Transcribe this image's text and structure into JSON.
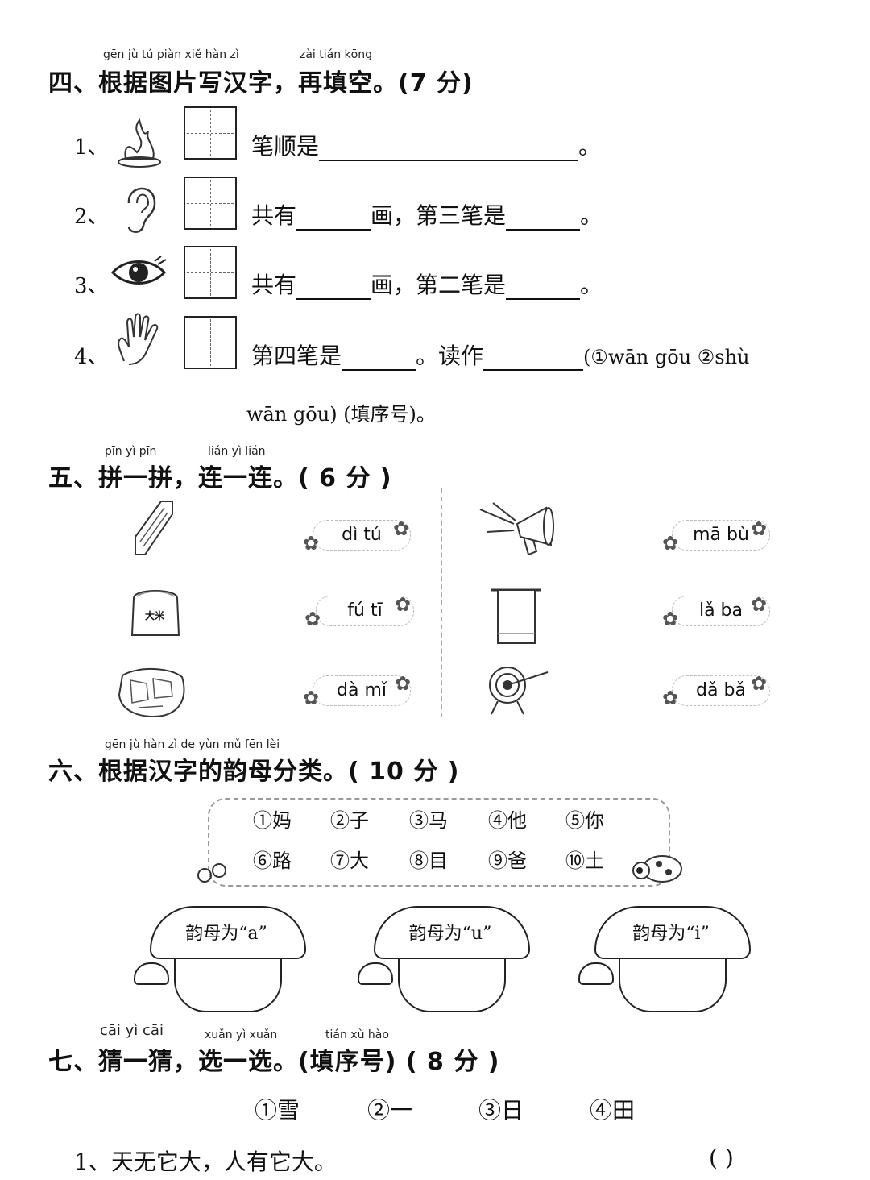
{
  "section4": {
    "pinyin_a": "gēn jù tú piàn xiě hàn zì",
    "pinyin_b": "zài tián kōng",
    "title": "四、根据图片写汉字，再填空。(7 分)",
    "q1": {
      "num": "1、",
      "text_a": "笔顺是",
      "text_end": "。"
    },
    "q2": {
      "num": "2、",
      "text_a": "共有",
      "text_b": "画，第三笔是",
      "text_end": "。"
    },
    "q3": {
      "num": "3、",
      "text_a": "共有",
      "text_b": "画，第二笔是",
      "text_end": "。"
    },
    "q4": {
      "num": "4、",
      "text_a": "第四笔是",
      "text_b": "。读作",
      "text_c": "(①wān gōu  ②shù",
      "line2": "wān gōu) (填序号)。"
    }
  },
  "section5": {
    "pinyin_a": "pīn yì pīn",
    "pinyin_b": "lián yì lián",
    "title": "五、拼一拼，连一连。( 6 分 )",
    "left_words": [
      "dì tú",
      "fú tī",
      "dà mǐ"
    ],
    "right_words": [
      "mā bù",
      "lǎ ba",
      "dǎ bǎ"
    ],
    "rice_label": "大米"
  },
  "section6": {
    "pinyin": "gēn jù hàn zì de yùn mǔ fēn lèi",
    "title": "六、根据汉字的韵母分类。( 10 分 )",
    "chars_row1": [
      "①妈",
      "②子",
      "③马",
      "④他",
      "⑤你"
    ],
    "chars_row2": [
      "⑥路",
      "⑦大",
      "⑧目",
      "⑨爸",
      "⑩土"
    ],
    "mushrooms": [
      "韵母为“a”",
      "韵母为“u”",
      "韵母为“i”"
    ]
  },
  "section7": {
    "pinyin_a": "cāi yì cāi",
    "pinyin_b": "xuǎn yì xuǎn",
    "pinyin_c": "tián xù hào",
    "title": "七、猜一猜，选一选。(填序号) ( 8 分 )",
    "options": [
      "①雪",
      "②一",
      "③日",
      "④田"
    ],
    "q1": "1、天无它大，人有它大。",
    "q1_paren": "(    )"
  }
}
